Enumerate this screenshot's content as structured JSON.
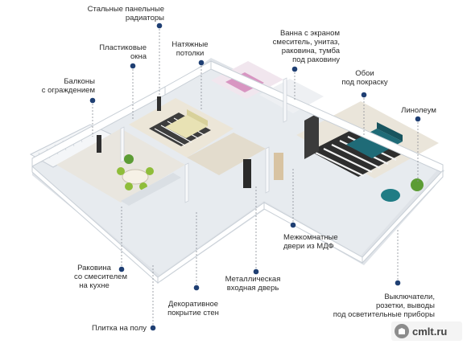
{
  "labels": {
    "radiators": [
      "Стальные панельные",
      "радиаторы"
    ],
    "ceilings": [
      "Натяжные",
      "потолки"
    ],
    "windows": [
      "Пластиковые",
      "окна"
    ],
    "bathroom": [
      "Ванна с экраном",
      "смеситель, унитаз,",
      "раковина, тумба",
      "под раковину"
    ],
    "wallpaper": [
      "Обои",
      "под покраску"
    ],
    "balconies": [
      "Балконы",
      "с ограждением"
    ],
    "linoleum": [
      "Линолеум"
    ],
    "interior_doors": [
      "Межкомнатные",
      "двери из МДФ"
    ],
    "sink": [
      "Раковина",
      "со смесителем",
      "на кухне"
    ],
    "entrance_door": [
      "Металлическая",
      "входная дверь"
    ],
    "wall_finish": [
      "Декоративное",
      "покрытие стен"
    ],
    "switches": [
      "Выключатели,",
      "розетки, выводы",
      "под осветительные приборы"
    ],
    "tiles": [
      "Плитка на полу"
    ]
  },
  "watermark": "cmlt.ru",
  "colors": {
    "marker": "#1f3f73",
    "line": "#8a8f97"
  }
}
